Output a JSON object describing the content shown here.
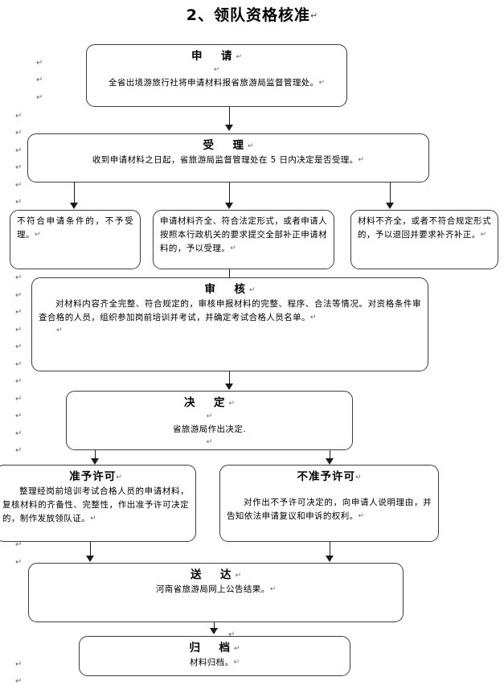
{
  "document": {
    "title": "2、领队资格核准",
    "pilcrow": "↵"
  },
  "flow": {
    "nodes": [
      {
        "id": "apply",
        "head": "申　请",
        "body": "全省出境游旅行社将申请材料报省旅游局监督管理处。"
      },
      {
        "id": "accept",
        "head": "受　理",
        "body": "收到申请材料之日起，省旅游局监督管理处在 5 日内决定是否受理。"
      },
      {
        "id": "reject-condition",
        "head": "",
        "body": "不符合申请条件的，不予受理。"
      },
      {
        "id": "accept-complete",
        "head": "",
        "body": "申请材料齐全、符合法定形式，或者申请人按照本行政机关的要求提交全部补正申请材料的，予以受理。"
      },
      {
        "id": "return-incomplete",
        "head": "",
        "body": "材料不齐全，或者不符合规定形式的，予以退回并要求补齐补正。"
      },
      {
        "id": "review",
        "head": "审　核",
        "body": "对材料内容齐全完整、符合规定的，审核申报材料的完整、程序、合法等情况。对资格条件审查合格的人员，组织参加岗前培训并考试，并确定考试合格人员名单。"
      },
      {
        "id": "decision",
        "head": "决　定",
        "body": "省旅游局作出决定."
      },
      {
        "id": "permit-granted",
        "head": "准予许可",
        "body": "整理经岗前培训考试合格人员的申请材料，复核材料的齐备性、完整性，作出准予许可决定的，制作发放领队证。"
      },
      {
        "id": "permit-denied",
        "head": "不准予许可",
        "body": "对作出不予许可决定的，向申请人说明理由，并告知依法申请复议和申诉的权利。"
      },
      {
        "id": "deliver",
        "head": "送　达",
        "body": "河南省旅游局网上公告结果。"
      },
      {
        "id": "archive",
        "head": "归　档",
        "body": "材料归档。"
      }
    ]
  },
  "margin_marks": {
    "glyph": "↵",
    "count": 26
  },
  "colors": {
    "border": "#3d3d3d",
    "connector": "#1b1b1b",
    "text": "#000000",
    "mark": "#6b6b6b",
    "background": "#ffffff"
  }
}
